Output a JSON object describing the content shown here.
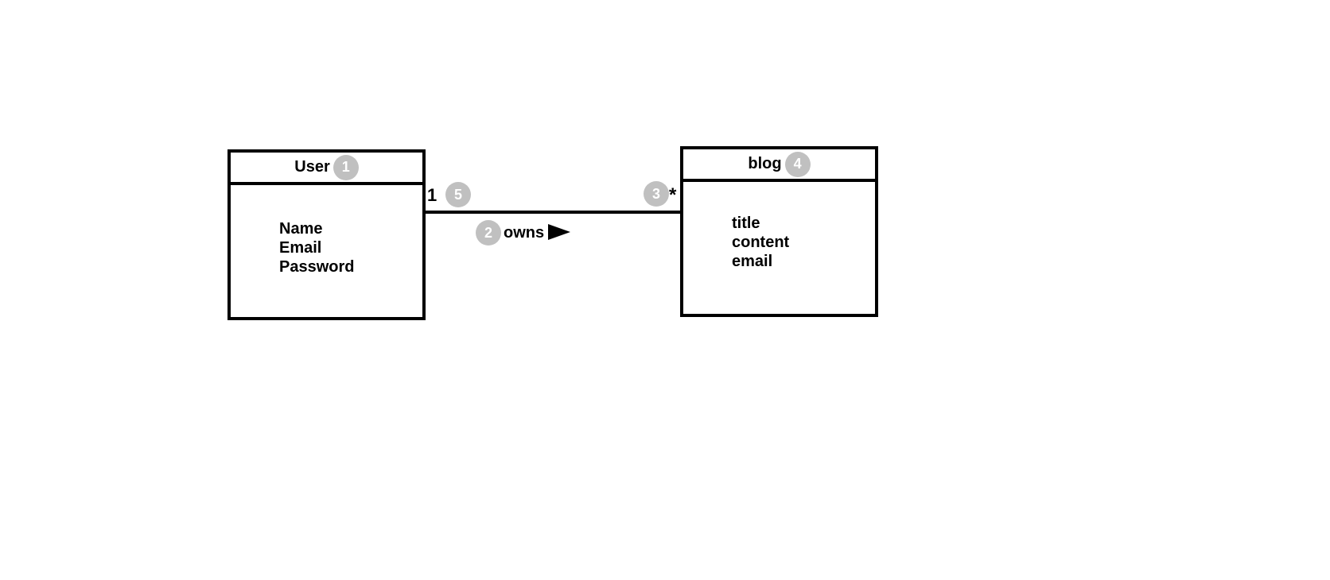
{
  "colors": {
    "line": "#000000",
    "badge": "#c0c0c0",
    "badge_text": "#ffffff",
    "background": "#ffffff"
  },
  "classes": {
    "user": {
      "title": "User",
      "badge": "1",
      "attributes": [
        "Name",
        "Email",
        "Password"
      ]
    },
    "blog": {
      "title": "blog",
      "badge": "4",
      "attributes": [
        "title",
        "content",
        "email"
      ]
    }
  },
  "association": {
    "label": "owns",
    "label_badge": "2",
    "source_multiplicity": "1",
    "source_badge": "5",
    "target_multiplicity": "*",
    "target_badge": "3",
    "direction_icon": "filled-triangle-right"
  }
}
